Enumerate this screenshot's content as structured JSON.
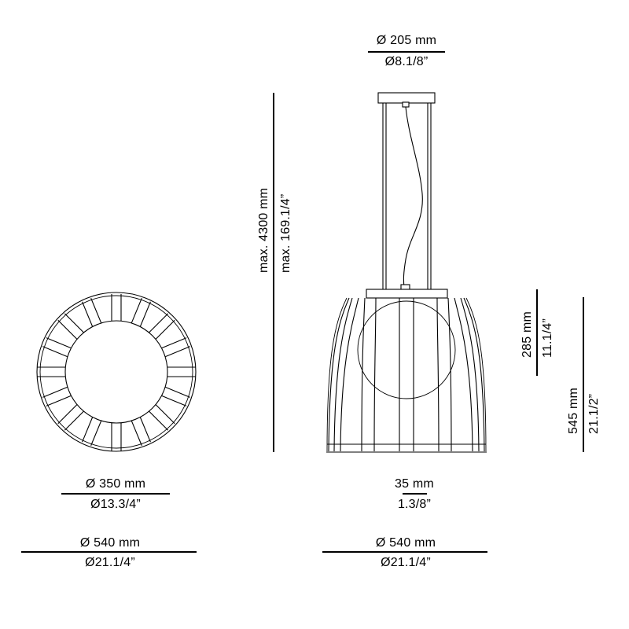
{
  "drawing": {
    "title": "Pendant lamp technical dimension drawing",
    "background_color": "#ffffff",
    "line_color": "#000000",
    "views": [
      {
        "name": "top-view",
        "label": ""
      },
      {
        "name": "front-elevation",
        "label": ""
      }
    ]
  },
  "dimensions": {
    "canopy_diameter": {
      "mm": "Ø 205 mm",
      "inch": "Ø8.1/8”"
    },
    "max_drop": {
      "mm": "max. 4300 mm",
      "inch": "max. 169.1/4”"
    },
    "shade_height": {
      "mm": "285 mm",
      "inch": "11.1/4”"
    },
    "total_height": {
      "mm": "545 mm",
      "inch": "21.1/2”"
    },
    "inner_diameter": {
      "mm": "Ø 350 mm",
      "inch": "Ø13.3/4”"
    },
    "outer_diameter_top": {
      "mm": "Ø 540 mm",
      "inch": "Ø21.1/4”"
    },
    "bar_width": {
      "mm": "35 mm",
      "inch": "1.3/8”"
    },
    "outer_diameter_front": {
      "mm": "Ø 540 mm",
      "inch": "Ø21.1/4”"
    }
  }
}
